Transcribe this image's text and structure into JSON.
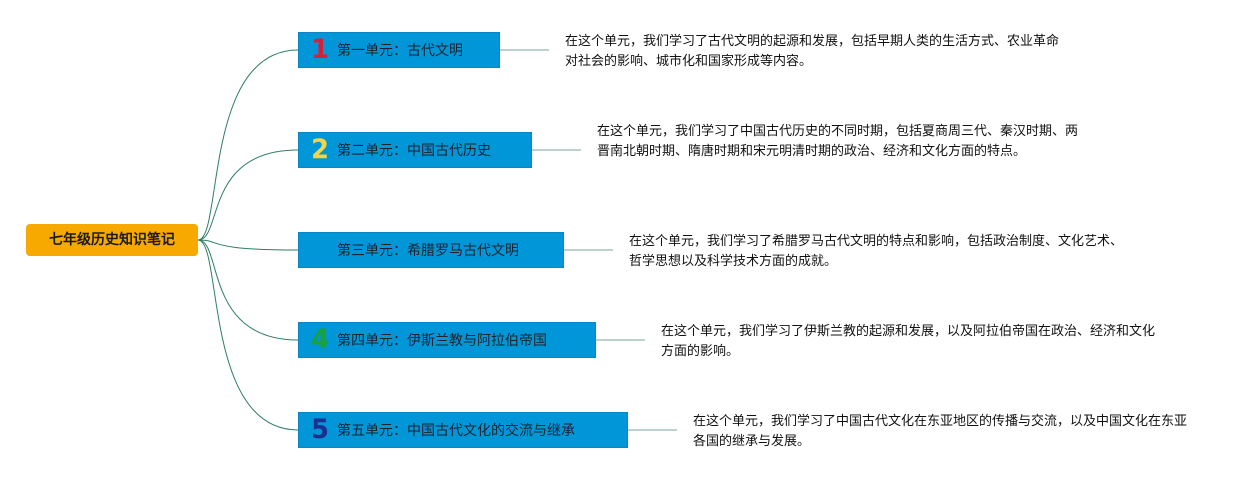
{
  "root": {
    "label": "七年级历史知识笔记",
    "color": "#f8a900"
  },
  "unit_color": "#0096d8",
  "line_color": "#2e7f62",
  "units": [
    {
      "number": "1",
      "number_color": "#d6203a",
      "title": "第一单元：古代文明",
      "description": "在这个单元，我们学习了古代文明的起源和发展，包括早期人类的生活方式、农业革命对社会的影响、城市化和国家形成等内容。"
    },
    {
      "number": "2",
      "number_color": "#f1d54a",
      "title": "第二单元：中国古代历史",
      "description": "在这个单元，我们学习了中国古代历史的不同时期，包括夏商周三代、秦汉时期、两晋南北朝时期、隋唐时期和宋元明清时期的政治、经济和文化方面的特点。"
    },
    {
      "number": "",
      "number_color": "#0096d8",
      "title": "第三单元：希腊罗马古代文明",
      "description": "在这个单元，我们学习了希腊罗马古代文明的特点和影响，包括政治制度、文化艺术、哲学思想以及科学技术方面的成就。"
    },
    {
      "number": "4",
      "number_color": "#1aa13a",
      "title": "第四单元：伊斯兰教与阿拉伯帝国",
      "description": "在这个单元，我们学习了伊斯兰教的起源和发展，以及阿拉伯帝国在政治、经济和文化方面的影响。"
    },
    {
      "number": "5",
      "number_color": "#1a2f8f",
      "title": "第五单元：中国古代文化的交流与继承",
      "description": "在这个单元，我们学习了中国古代文化在东亚地区的传播与交流，以及中国文化在东亚各国的继承与发展。"
    }
  ]
}
